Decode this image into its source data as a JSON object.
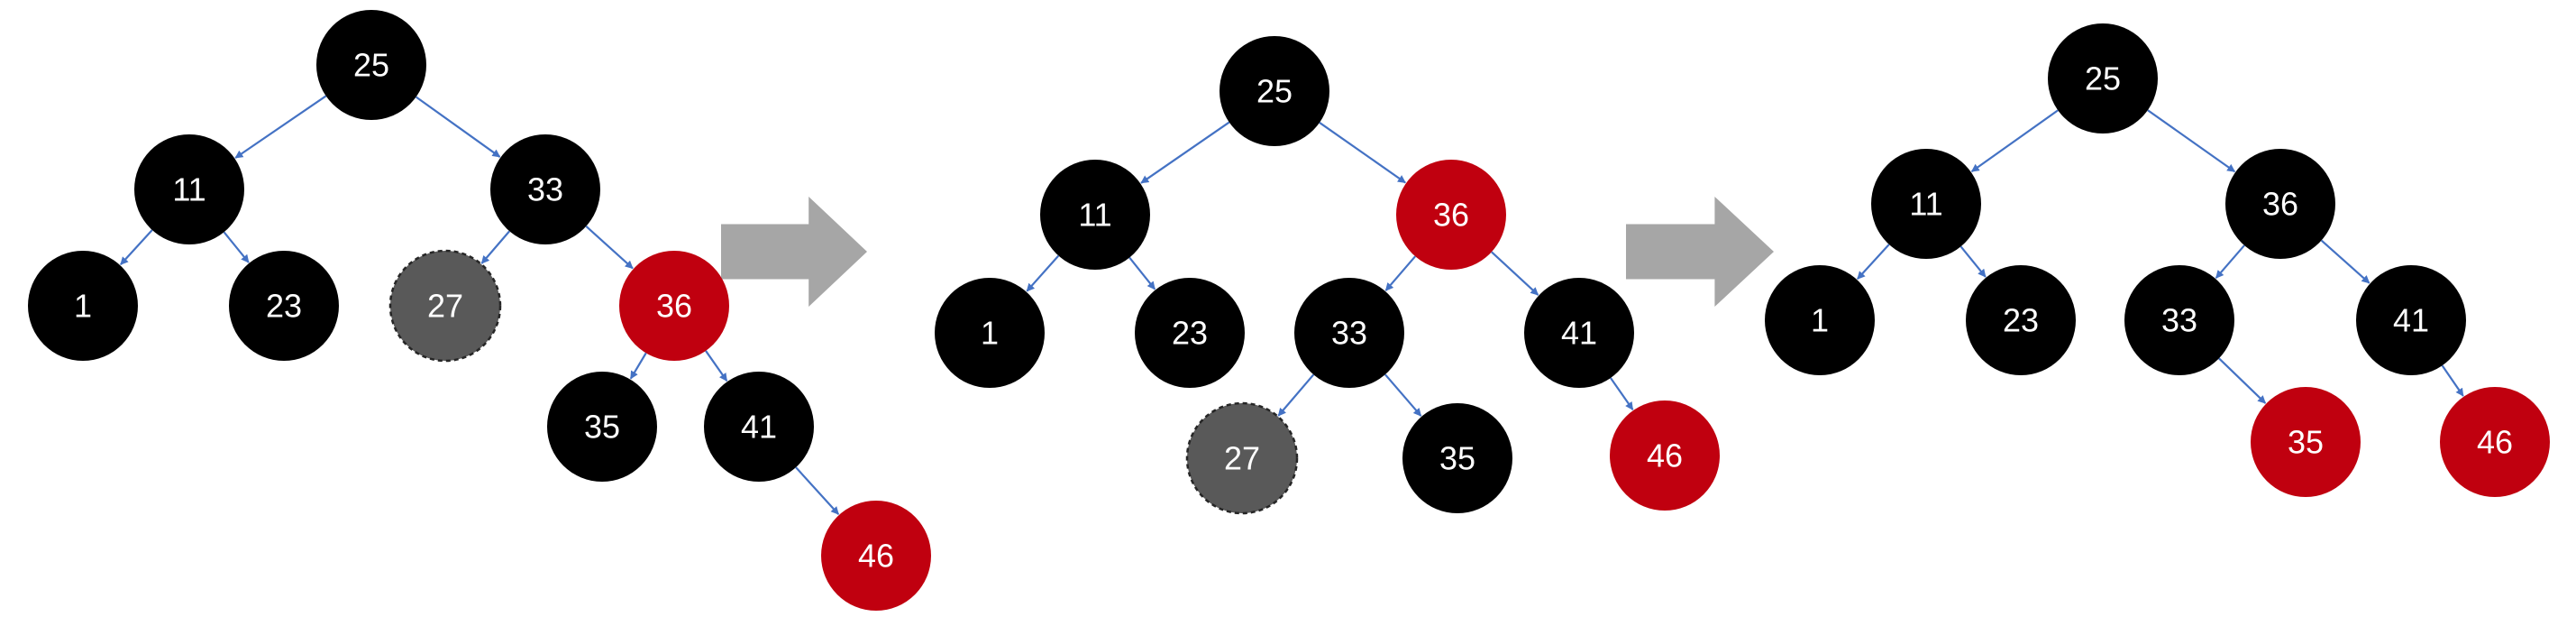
{
  "colors": {
    "black_node": "#000000",
    "red_node": "#c0000f",
    "removed_node": "#595959",
    "removed_stroke": "#262626",
    "edge": "#4472c4",
    "step_arrow": "#a6a6a6",
    "label": "#ffffff"
  },
  "trees": [
    {
      "id": "tree-1",
      "nodes": [
        {
          "id": "n25",
          "label": "25",
          "color": "black"
        },
        {
          "id": "n11",
          "label": "11",
          "color": "black"
        },
        {
          "id": "n33",
          "label": "33",
          "color": "black"
        },
        {
          "id": "n1",
          "label": "1",
          "color": "black"
        },
        {
          "id": "n23",
          "label": "23",
          "color": "black"
        },
        {
          "id": "n27",
          "label": "27",
          "color": "removed"
        },
        {
          "id": "n36",
          "label": "36",
          "color": "red"
        },
        {
          "id": "n35",
          "label": "35",
          "color": "black"
        },
        {
          "id": "n41",
          "label": "41",
          "color": "black"
        },
        {
          "id": "n46",
          "label": "46",
          "color": "red"
        }
      ],
      "edges": [
        [
          "n25",
          "n11"
        ],
        [
          "n25",
          "n33"
        ],
        [
          "n11",
          "n1"
        ],
        [
          "n11",
          "n23"
        ],
        [
          "n33",
          "n27"
        ],
        [
          "n33",
          "n36"
        ],
        [
          "n36",
          "n35"
        ],
        [
          "n36",
          "n41"
        ],
        [
          "n41",
          "n46"
        ]
      ]
    },
    {
      "id": "tree-2",
      "nodes": [
        {
          "id": "n25",
          "label": "25",
          "color": "black"
        },
        {
          "id": "n11",
          "label": "11",
          "color": "black"
        },
        {
          "id": "n36",
          "label": "36",
          "color": "red"
        },
        {
          "id": "n1",
          "label": "1",
          "color": "black"
        },
        {
          "id": "n23",
          "label": "23",
          "color": "black"
        },
        {
          "id": "n33",
          "label": "33",
          "color": "black"
        },
        {
          "id": "n41",
          "label": "41",
          "color": "black"
        },
        {
          "id": "n27",
          "label": "27",
          "color": "removed"
        },
        {
          "id": "n35",
          "label": "35",
          "color": "black"
        },
        {
          "id": "n46",
          "label": "46",
          "color": "red"
        }
      ],
      "edges": [
        [
          "n25",
          "n11"
        ],
        [
          "n25",
          "n36"
        ],
        [
          "n11",
          "n1"
        ],
        [
          "n11",
          "n23"
        ],
        [
          "n36",
          "n33"
        ],
        [
          "n36",
          "n41"
        ],
        [
          "n33",
          "n27"
        ],
        [
          "n33",
          "n35"
        ],
        [
          "n41",
          "n46"
        ]
      ]
    },
    {
      "id": "tree-3",
      "nodes": [
        {
          "id": "n25",
          "label": "25",
          "color": "black"
        },
        {
          "id": "n11",
          "label": "11",
          "color": "black"
        },
        {
          "id": "n36",
          "label": "36",
          "color": "black"
        },
        {
          "id": "n1",
          "label": "1",
          "color": "black"
        },
        {
          "id": "n23",
          "label": "23",
          "color": "black"
        },
        {
          "id": "n33",
          "label": "33",
          "color": "black"
        },
        {
          "id": "n41",
          "label": "41",
          "color": "black"
        },
        {
          "id": "n35",
          "label": "35",
          "color": "red"
        },
        {
          "id": "n46",
          "label": "46",
          "color": "red"
        }
      ],
      "edges": [
        [
          "n25",
          "n11"
        ],
        [
          "n25",
          "n36"
        ],
        [
          "n11",
          "n1"
        ],
        [
          "n11",
          "n23"
        ],
        [
          "n36",
          "n33"
        ],
        [
          "n36",
          "n41"
        ],
        [
          "n33",
          "n35"
        ],
        [
          "n41",
          "n46"
        ]
      ]
    }
  ],
  "step_arrows": [
    {
      "id": "arrow-step-1",
      "from": "tree-1",
      "to": "tree-2"
    },
    {
      "id": "arrow-step-2",
      "from": "tree-2",
      "to": "tree-3"
    }
  ]
}
